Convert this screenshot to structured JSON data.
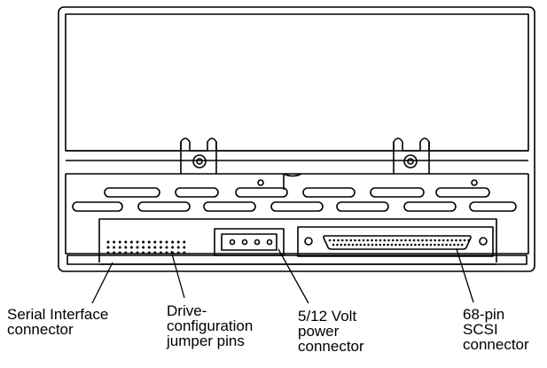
{
  "diagram": {
    "callouts": [
      {
        "id": "serial",
        "lines": [
          "Serial Interface",
          "connector"
        ]
      },
      {
        "id": "jumper",
        "lines": [
          "Drive-",
          "configuration",
          "jumper pins"
        ]
      },
      {
        "id": "power",
        "lines": [
          "5/12 Volt",
          "power",
          "connector"
        ]
      },
      {
        "id": "scsi",
        "lines": [
          "68-pin",
          "SCSI",
          "connector"
        ]
      }
    ]
  }
}
